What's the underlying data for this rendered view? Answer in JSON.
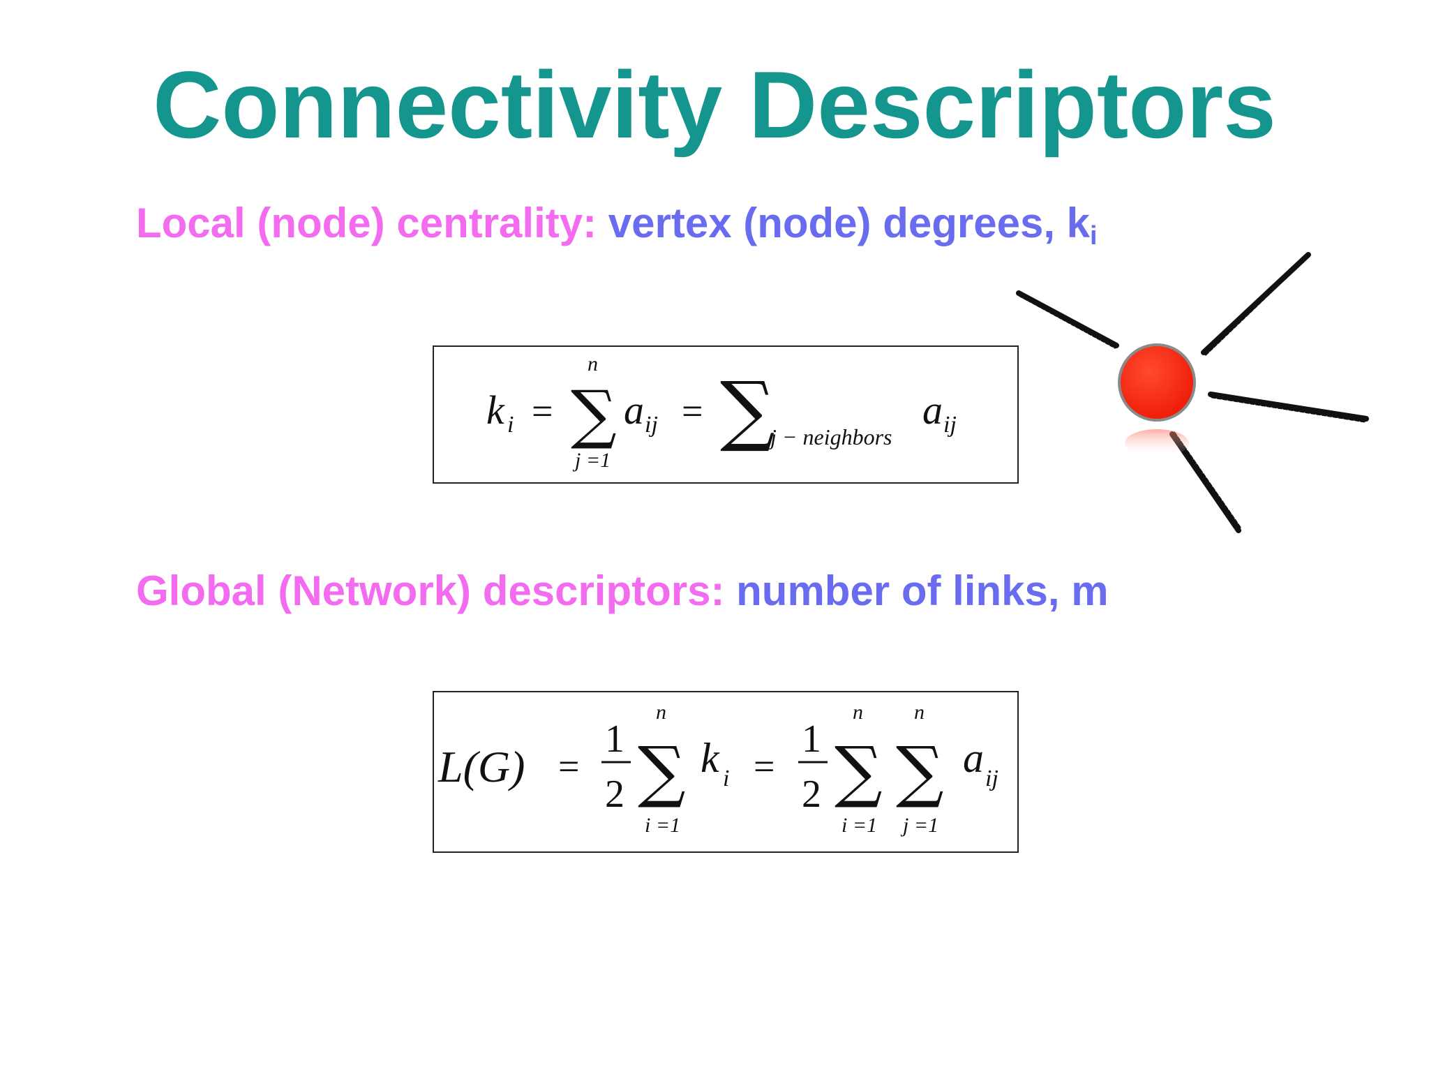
{
  "slide": {
    "title": "Connectivity Descriptors",
    "local": {
      "label": "Local (node) centrality:",
      "value": "vertex (node) degrees, k",
      "value_subscript": "i"
    },
    "global": {
      "label": "Global (Network) descriptors:",
      "value": "number of links, m"
    },
    "formula_local": {
      "lhs": "k",
      "lhs_sub": "i",
      "equals": "=",
      "sum_upper": "n",
      "sum_lower": "j =1",
      "term": "a",
      "term_sub": "ij",
      "sum2_lower": "j − neighbors",
      "term2": "a",
      "term2_sub": "ij"
    },
    "formula_global": {
      "lhs": "L(G)",
      "equals": "=",
      "frac_num": "1",
      "frac_den": "2",
      "sum_upper": "n",
      "sum_lower_i": "i =1",
      "sum_lower_j": "j =1",
      "term_k": "k",
      "term_k_sub": "i",
      "term_a": "a",
      "term_a_sub": "ij"
    },
    "colors": {
      "title": "#14968f",
      "label": "#f36cf0",
      "value": "#6a6cf0",
      "node": "#ff2a10",
      "edge": "#111111"
    },
    "icon": "node-with-edges-illustration"
  }
}
